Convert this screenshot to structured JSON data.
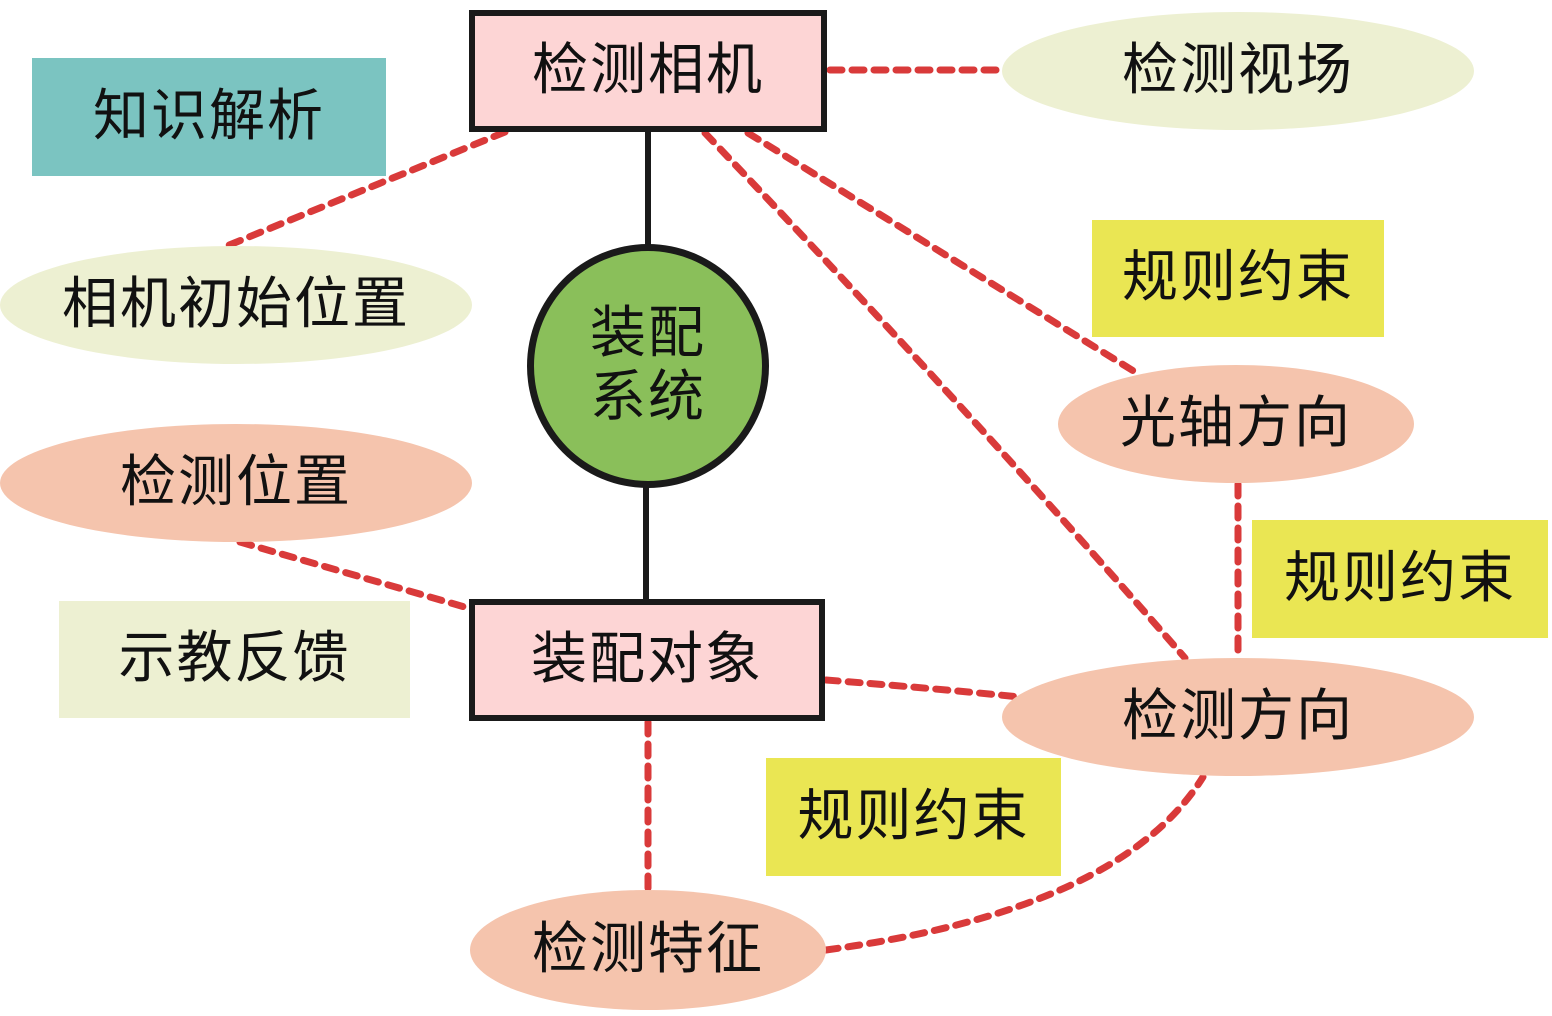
{
  "colors": {
    "camera_box": "#fdd5d5",
    "object_box": "#fdd5d5",
    "system_circle": "#8abf5a",
    "light_ellipse": "#edf0d2",
    "salmon_ellipse": "#f5c4ad",
    "knowledge_label": "#7bc4c1",
    "rule_label": "#eae653",
    "feedback_label": "#edf0d2",
    "dashed_link": "#d93a3a",
    "solid_link": "#1a1a1a"
  },
  "nodes": {
    "camera": "检测相机",
    "system_line1": "装配",
    "system_line2": "系统",
    "object": "装配对象",
    "field_of_view": "检测视场",
    "camera_initial_position": "相机初始位置",
    "optical_axis": "光轴方向",
    "detection_position": "检测位置",
    "detection_direction": "检测方向",
    "detection_feature": "检测特征"
  },
  "labels": {
    "knowledge_parsing": "知识解析",
    "teaching_feedback": "示教反馈",
    "rule_constraint_1": "规则约束",
    "rule_constraint_2": "规则约束",
    "rule_constraint_3": "规则约束"
  },
  "links": [
    {
      "from": "camera",
      "to": "system",
      "style": "solid"
    },
    {
      "from": "system",
      "to": "object",
      "style": "solid"
    },
    {
      "from": "camera",
      "to": "field_of_view",
      "style": "dashed"
    },
    {
      "from": "camera",
      "to": "camera_initial_position",
      "style": "dashed"
    },
    {
      "from": "camera",
      "to": "optical_axis",
      "style": "dashed"
    },
    {
      "from": "camera",
      "to": "detection_direction",
      "style": "dashed"
    },
    {
      "from": "optical_axis",
      "to": "detection_direction",
      "style": "dashed"
    },
    {
      "from": "detection_position",
      "to": "object",
      "style": "dashed"
    },
    {
      "from": "object",
      "to": "detection_direction",
      "style": "dashed"
    },
    {
      "from": "object",
      "to": "detection_feature",
      "style": "dashed"
    },
    {
      "from": "detection_feature",
      "to": "detection_direction",
      "style": "dashed"
    }
  ]
}
